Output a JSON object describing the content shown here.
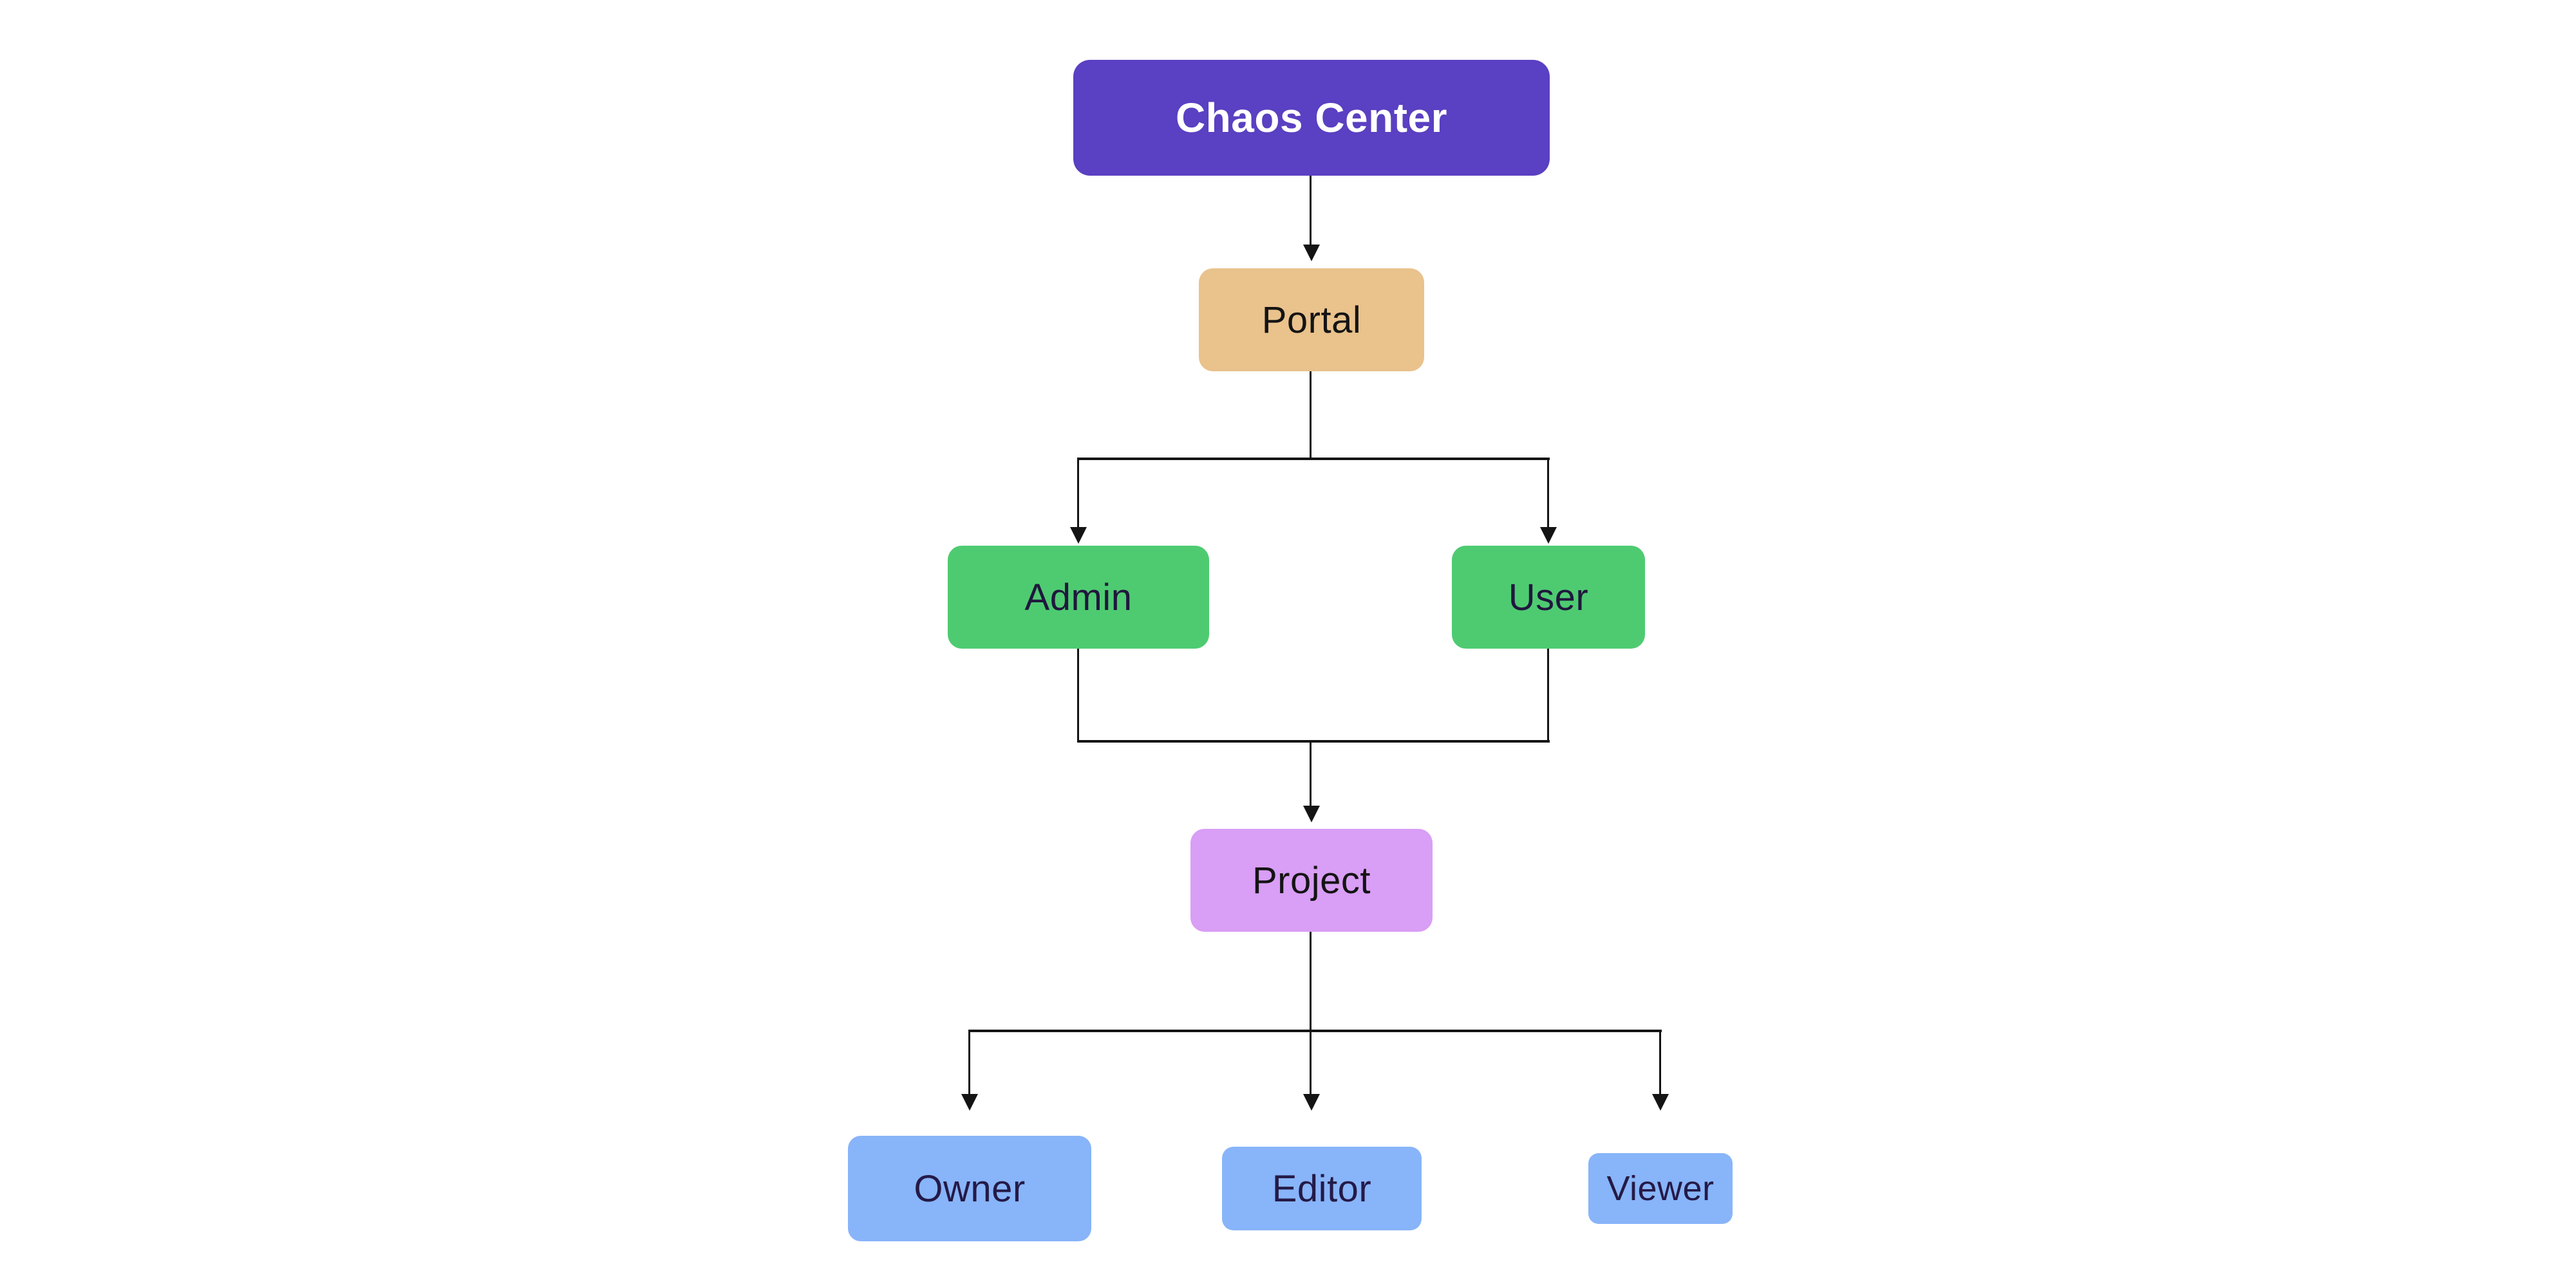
{
  "diagram": {
    "background": "#ffffff",
    "edge_color": "#141414",
    "nodes": [
      {
        "id": "chaos-center",
        "label": "Chaos Center",
        "fill": "#5a40c2",
        "text_color": "#ffffff"
      },
      {
        "id": "portal",
        "label": "Portal",
        "fill": "#e9c28c",
        "text_color": "#141414"
      },
      {
        "id": "admin",
        "label": "Admin",
        "fill": "#4ecb71",
        "text_color": "#20173d"
      },
      {
        "id": "user",
        "label": "User",
        "fill": "#4ecb71",
        "text_color": "#20173d"
      },
      {
        "id": "project",
        "label": "Project",
        "fill": "#d99ef5",
        "text_color": "#141414"
      },
      {
        "id": "owner",
        "label": "Owner",
        "fill": "#88b4f9",
        "text_color": "#241a47"
      },
      {
        "id": "editor",
        "label": "Editor",
        "fill": "#88b4f9",
        "text_color": "#241a47"
      },
      {
        "id": "viewer",
        "label": "Viewer",
        "fill": "#88b4f9",
        "text_color": "#241a47"
      }
    ],
    "edges": [
      {
        "from": "Chaos Center",
        "to": "Portal"
      },
      {
        "from": "Portal",
        "to": "Admin"
      },
      {
        "from": "Portal",
        "to": "User"
      },
      {
        "from": "Admin",
        "to": "Project"
      },
      {
        "from": "User",
        "to": "Project"
      },
      {
        "from": "Project",
        "to": "Owner"
      },
      {
        "from": "Project",
        "to": "Editor"
      },
      {
        "from": "Project",
        "to": "Viewer"
      }
    ]
  }
}
